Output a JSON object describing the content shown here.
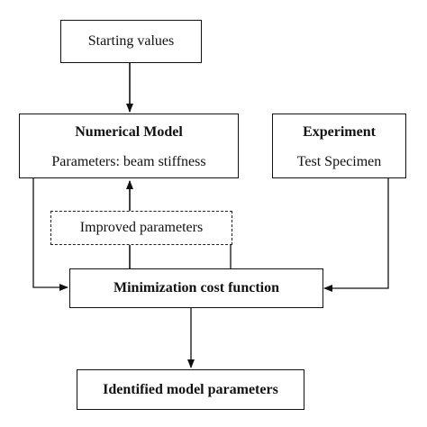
{
  "diagram": {
    "nodes": {
      "starting_values": {
        "text": "Starting values"
      },
      "numerical_model": {
        "title": "Numerical Model",
        "subtitle": "Parameters: beam stiffness"
      },
      "experiment": {
        "title": "Experiment",
        "subtitle": "Test Specimen"
      },
      "improved_parameters": {
        "text": "Improved parameters"
      },
      "minimization": {
        "text": "Minimization cost function"
      },
      "identified": {
        "text": "Identified model parameters"
      }
    },
    "edges": [
      {
        "from": "starting_values",
        "to": "numerical_model"
      },
      {
        "from": "numerical_model",
        "to": "minimization"
      },
      {
        "from": "experiment",
        "to": "minimization"
      },
      {
        "from": "minimization",
        "to": "improved_parameters"
      },
      {
        "from": "improved_parameters",
        "to": "numerical_model"
      },
      {
        "from": "minimization",
        "to": "identified"
      }
    ]
  }
}
